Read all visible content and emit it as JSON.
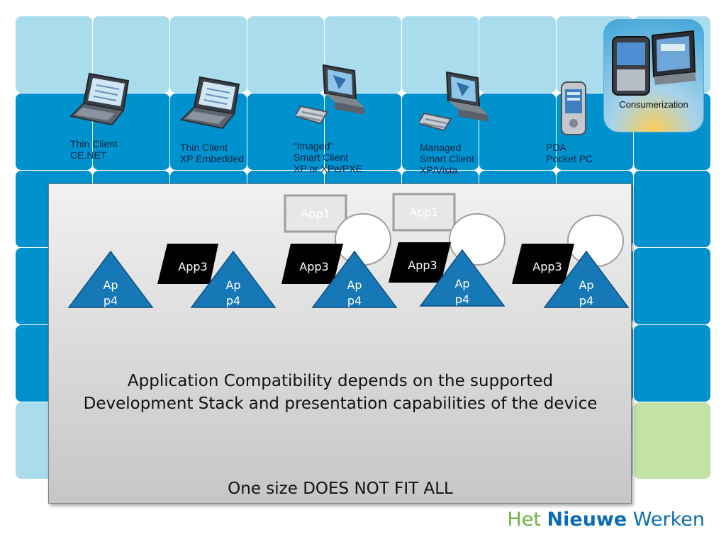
{
  "devices": [
    {
      "line1": "Thin Client",
      "line2": "CE.NET",
      "line3": "",
      "icon": "laptop-icon"
    },
    {
      "line1": "Thin Client",
      "line2": "XP Embedded",
      "line3": "",
      "icon": "laptop-icon"
    },
    {
      "line1": "“Imaged”",
      "line2": "Smart Client",
      "line3": "XP or XPe/PXE",
      "icon": "desktop-icon"
    },
    {
      "line1": "Managed",
      "line2": "Smart Client",
      "line3": "XP/Vista",
      "icon": "desktop-icon"
    },
    {
      "line1": "PDA",
      "line2": "Pocket PC",
      "line3": "",
      "icon": "pda-icon"
    }
  ],
  "consumerization": {
    "label": "Consumerization",
    "icon": "smartphone-laptop-icon"
  },
  "apps": {
    "app1": "App1",
    "app3": "App3",
    "app4_line1": "Ap",
    "app4_line2": "p4"
  },
  "main_text": "Application Compatibility depends on the supported Development Stack and presentation capabilities of the device",
  "sub_text": "One size DOES NOT FIT ALL",
  "brand": {
    "het": "Het",
    "nieuwe": "Nieuwe",
    "werken": "Werken"
  },
  "colors": {
    "light_blue": "#a9dced",
    "mid_blue": "#0091cf",
    "light_green": "#c3e2a5",
    "triangle_blue": "#1778b8",
    "brand_green": "#6db33f",
    "brand_blue": "#0a6db3"
  }
}
